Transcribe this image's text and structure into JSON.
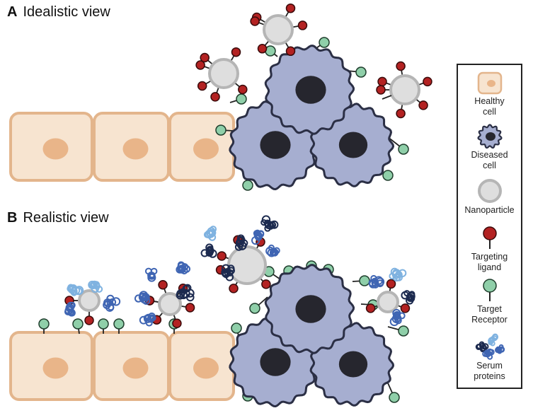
{
  "panels": {
    "a": {
      "letter": "A",
      "title": "Idealistic view"
    },
    "b": {
      "letter": "B",
      "title": "Realistic view"
    }
  },
  "legend": {
    "items": [
      {
        "icon": "healthy-cell-icon",
        "line1": "Healthy",
        "line2": "cell"
      },
      {
        "icon": "diseased-cell-icon",
        "line1": "Diseased",
        "line2": "cell"
      },
      {
        "icon": "nanoparticle-icon",
        "line1": "Nanoparticle",
        "line2": ""
      },
      {
        "icon": "targeting-ligand-icon",
        "line1": "Targeting",
        "line2": "ligand"
      },
      {
        "icon": "target-receptor-icon",
        "line1": "Target",
        "line2": "Receptor"
      },
      {
        "icon": "serum-proteins-icon",
        "line1": "Serum",
        "line2": "proteins"
      }
    ]
  },
  "colors": {
    "healthy_fill": "#f7e4d0",
    "healthy_stroke": "#e3b58c",
    "healthy_nucleus": "#e9b589",
    "diseased_fill": "#a6aed0",
    "diseased_stroke": "#2b2f45",
    "diseased_nucleus": "#26262e",
    "nanoparticle_fill": "#dedede",
    "nanoparticle_stroke": "#b5b5b5",
    "ligand": "#b32222",
    "receptor": "#8fcfa9",
    "protein_dark": "#1c2a4f",
    "protein_mid": "#3f65b3",
    "protein_light": "#7fb2e0"
  }
}
